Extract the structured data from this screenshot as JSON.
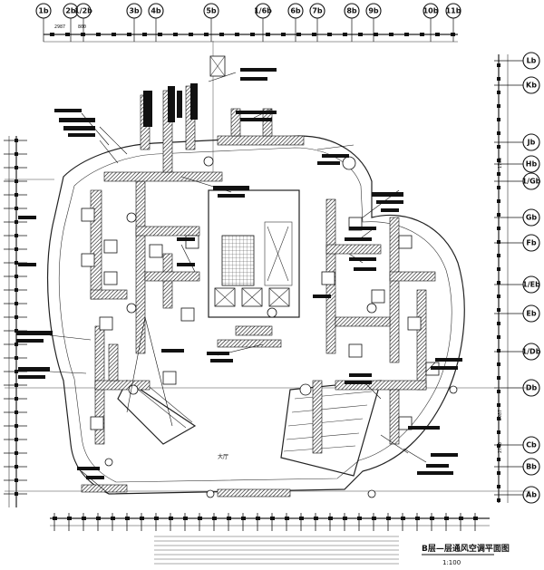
{
  "drawing": {
    "title": "B层—层通风空调平面图",
    "scale": "1:100",
    "room_label": "大厅"
  },
  "top_axes": [
    {
      "id": "ax-1b",
      "label": "1b"
    },
    {
      "id": "ax-2b",
      "label": "2b"
    },
    {
      "id": "ax-2a",
      "label": "1/2b"
    },
    {
      "id": "ax-3b",
      "label": "3b"
    },
    {
      "id": "ax-4b",
      "label": "4b"
    },
    {
      "id": "ax-5b",
      "label": "5b"
    },
    {
      "id": "ax-6a",
      "label": "1/6b"
    },
    {
      "id": "ax-6b",
      "label": "6b"
    },
    {
      "id": "ax-7b",
      "label": "7b"
    },
    {
      "id": "ax-8b",
      "label": "8b"
    },
    {
      "id": "ax-9b",
      "label": "9b"
    },
    {
      "id": "ax-10b",
      "label": "10b"
    },
    {
      "id": "ax-11b",
      "label": "11b"
    }
  ],
  "top_dims": [
    "2987",
    "800"
  ],
  "right_axes": [
    {
      "id": "ax-lb",
      "label": "Lb"
    },
    {
      "id": "ax-kb",
      "label": "Kb"
    },
    {
      "id": "ax-jb",
      "label": "Jb"
    },
    {
      "id": "ax-hb",
      "label": "Hb"
    },
    {
      "id": "ax-ga",
      "label": "1/Gb"
    },
    {
      "id": "ax-gb",
      "label": "Gb"
    },
    {
      "id": "ax-fb",
      "label": "Fb"
    },
    {
      "id": "ax-ea",
      "label": "1/Eb"
    },
    {
      "id": "ax-eb",
      "label": "Eb"
    },
    {
      "id": "ax-da",
      "label": "1/Db"
    },
    {
      "id": "ax-db",
      "label": "Db"
    },
    {
      "id": "ax-cb",
      "label": "Cb"
    },
    {
      "id": "ax-bb",
      "label": "Bb"
    },
    {
      "id": "ax-ab",
      "label": "Ab"
    }
  ],
  "right_dims": [
    "1760",
    "2987",
    "2740"
  ],
  "colors": {
    "ink": "#111111",
    "paper": "#ffffff"
  }
}
